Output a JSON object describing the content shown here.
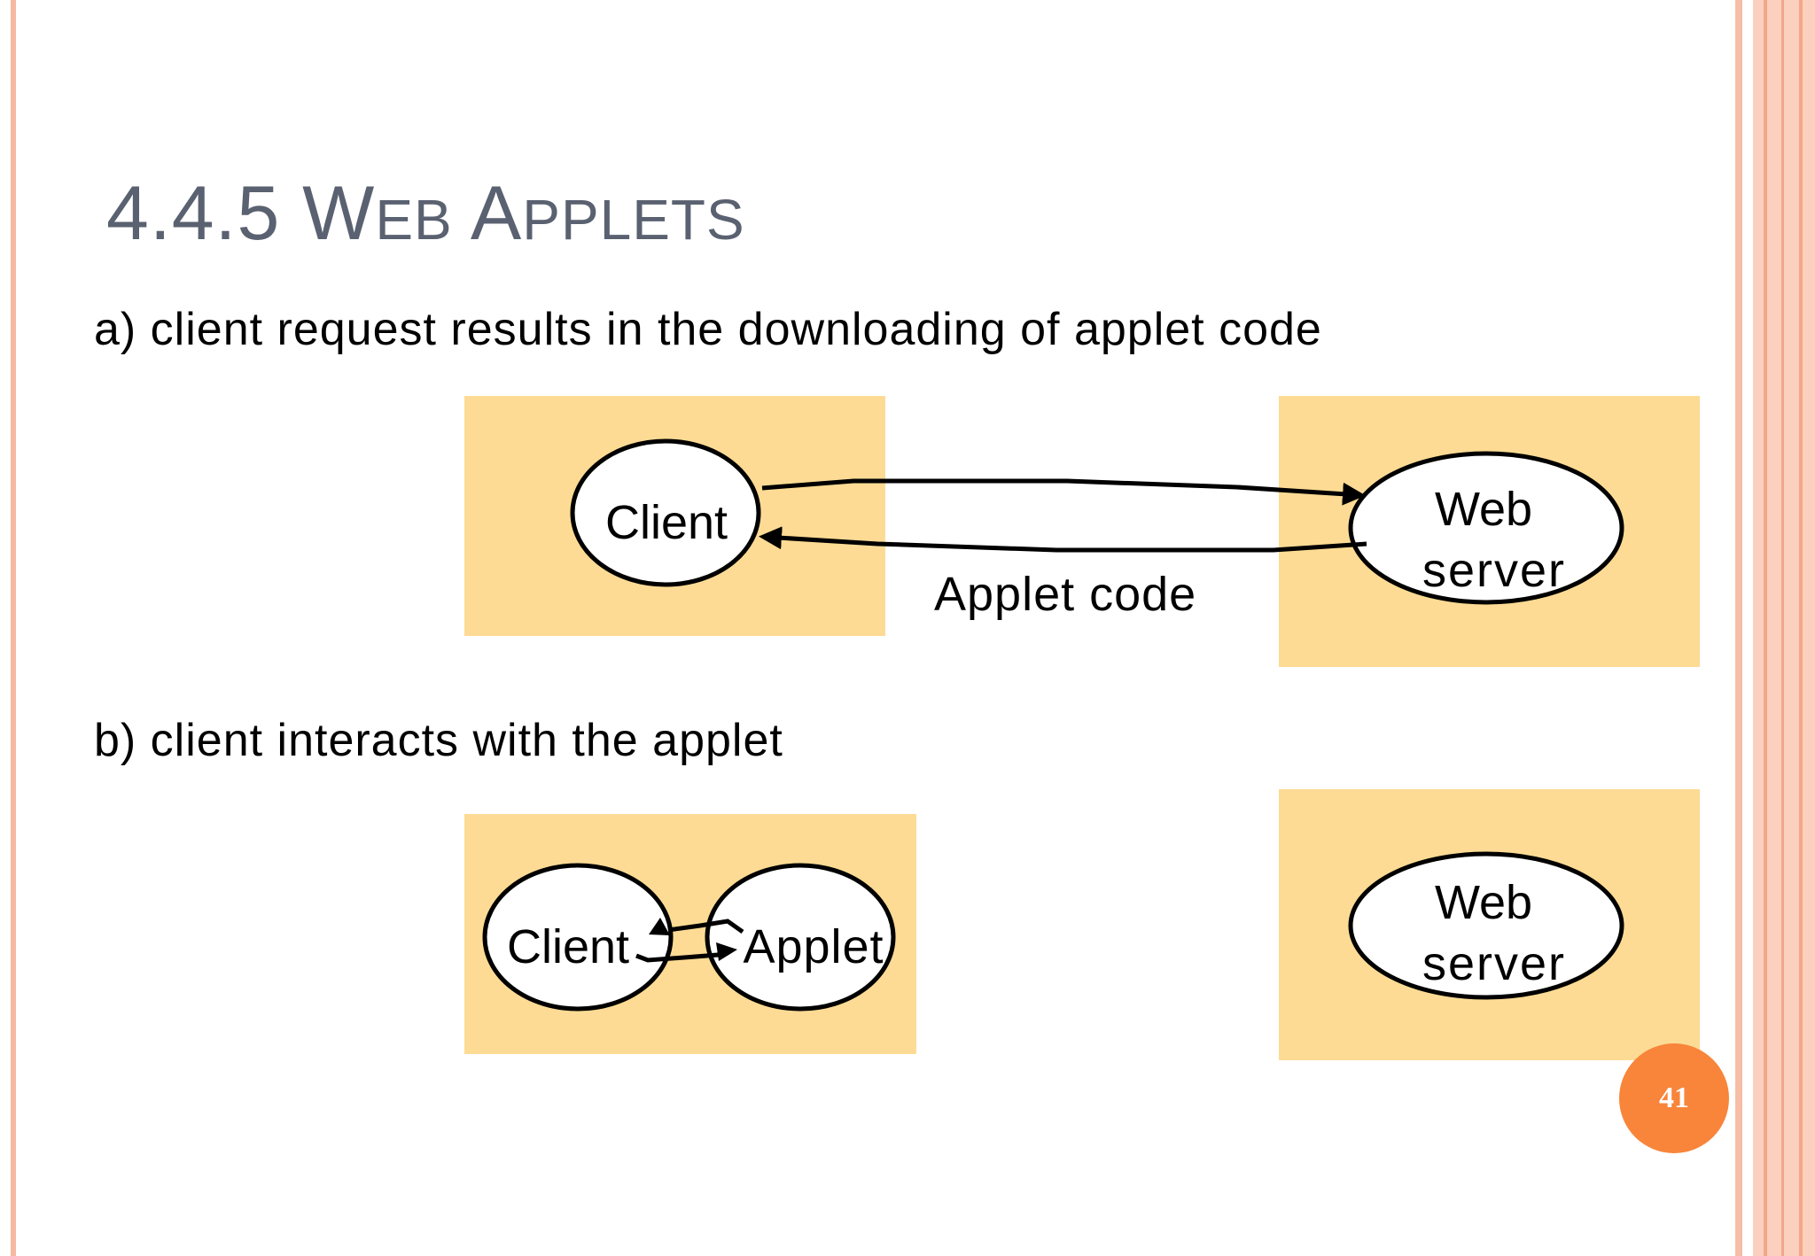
{
  "slide": {
    "title_prefix": "4.4.5 ",
    "title_w1_cap": "W",
    "title_w1_rest": "EB",
    "title_w2_cap": "A",
    "title_w2_rest": "PPLETS",
    "caption_a": "a) client request results in the downloading of applet code",
    "caption_b": "b) client  interacts with the applet",
    "page_number": "41"
  },
  "diagram_a": {
    "client_label": "Client",
    "server_label_line1": "Web",
    "server_label_line2": "server",
    "arrow_label": "Applet code"
  },
  "diagram_b": {
    "client_label": "Client",
    "applet_label": "Applet",
    "server_label_line1": "Web",
    "server_label_line2": "server"
  },
  "colors": {
    "box_fill": "#fddb94",
    "title_color": "#5a6170",
    "border_light": "#f9c7b3",
    "border_dark": "#f2a586",
    "badge": "#f8853a"
  }
}
